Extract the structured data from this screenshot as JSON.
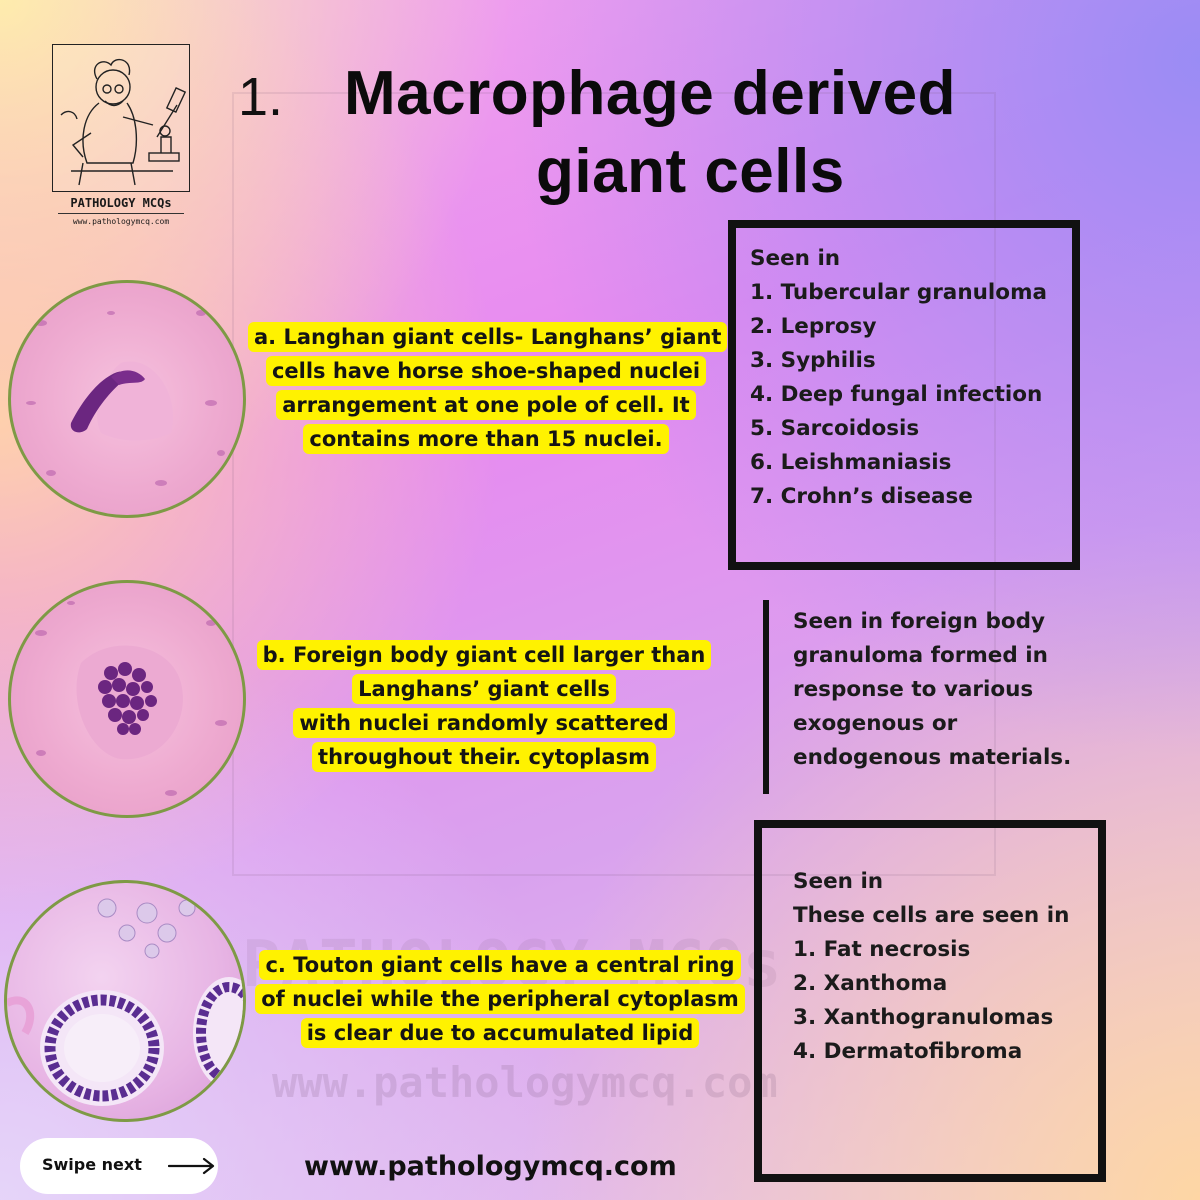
{
  "logo": {
    "title": "PATHOLOGY MCQs",
    "url": "www.pathologymcq.com"
  },
  "heading": {
    "number": "1.",
    "line1": "Macrophage derived",
    "line2": "giant cells"
  },
  "watermark": {
    "big_text": "PATHOLOGY MCQs",
    "url": "www.pathologymcq.com"
  },
  "sections": [
    {
      "description_lines": [
        "a. Langhan giant cells- Langhans’ giant",
        "cells have horse shoe-shaped nuclei",
        "arrangement  at  one  pole  of  cell. It",
        "contains  more  than  15  nuclei."
      ],
      "seen_in_lines": [
        "Seen in",
        "1. Tubercular granuloma",
        "2. Leprosy",
        "3. Syphilis",
        "4.  Deep fungal  infection",
        "5. Sarcoidosis",
        "6.  Leishmaniasis",
        "7. Crohn’s disease"
      ]
    },
    {
      "description_lines": [
        "b. Foreign body giant cell larger than",
        "Langhans’ giant cells",
        "with nuclei  randomly scattered",
        "throughout their. cytoplasm"
      ],
      "seen_in_lines": [
        "Seen in  foreign body",
        "granuloma formed in",
        "response to various",
        "exogenous or",
        "endogenous materials."
      ]
    },
    {
      "description_lines": [
        "c. Touton  giant cells have a central ring",
        "of nuclei while the peripheral cytoplasm",
        "is clear due to accumulated lipid"
      ],
      "seen_in_lines": [
        "Seen in",
        "These cells are seen in",
        "1. Fat necrosis",
        "2. Xanthoma",
        "3. Xanthogranulomas",
        "4.  Dermatofibroma"
      ]
    }
  ],
  "footer": {
    "swipe_label": "Swipe next",
    "website": "www.pathologymcq.com"
  },
  "colors": {
    "highlight": "#fff200",
    "circle_border": "#7e9a45",
    "box_border": "#111111"
  }
}
